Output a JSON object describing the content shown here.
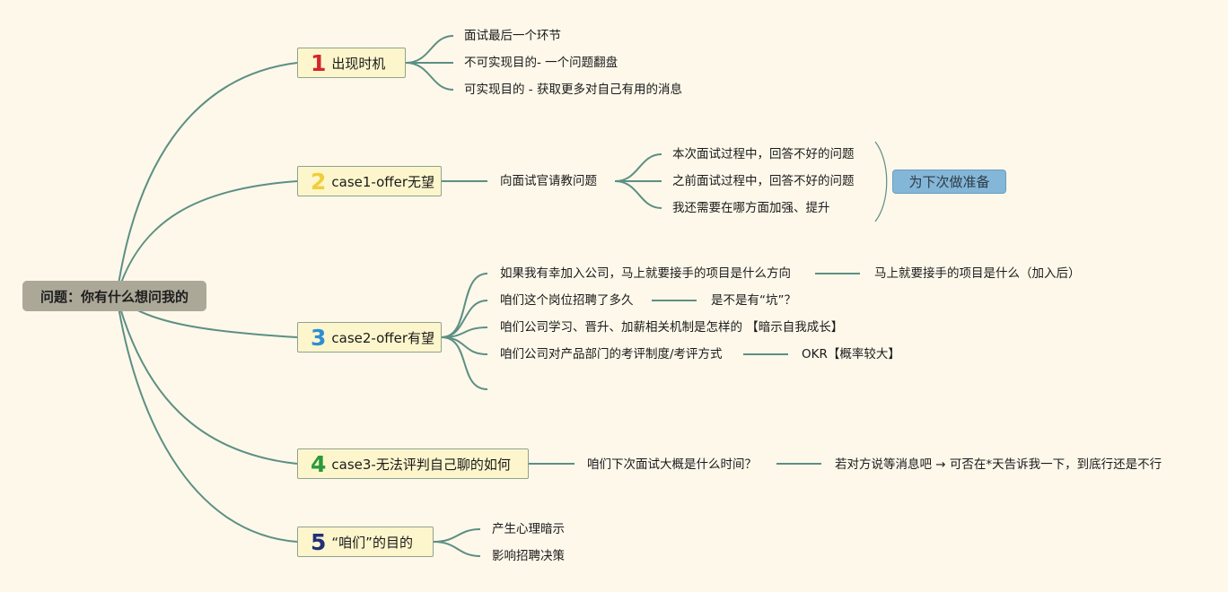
{
  "root": {
    "label": "问题：你有什么想问我的"
  },
  "branches": [
    {
      "number": "1",
      "number_color": "#d4262c",
      "label": "出现时机",
      "children": [
        "面试最后一个环节",
        "不可实现目的- 一个问题翻盘",
        "可实现目的 - 获取更多对自己有用的消息"
      ]
    },
    {
      "number": "2",
      "number_color": "#f1cd3a",
      "label": "case1-offer无望",
      "child": "向面试官请教问题",
      "grandchildren": [
        "本次面试过程中，回答不好的问题",
        "之前面试过程中，回答不好的问题",
        "我还需要在哪方面加强、提升"
      ],
      "summary_tag": "为下次做准备"
    },
    {
      "number": "3",
      "number_color": "#2e8ed6",
      "label": "case2-offer有望",
      "items": [
        {
          "text": "如果我有幸加入公司，马上就要接手的项目是什么方向",
          "follow": "马上就要接手的项目是什么（加入后）"
        },
        {
          "text": "咱们这个岗位招聘了多久",
          "follow": "是不是有“坑”？"
        },
        {
          "text": "咱们公司学习、晋升、加薪相关机制是怎样的  【暗示自我成长】",
          "follow": ""
        },
        {
          "text": "咱们公司对产品部门的考评制度/考评方式",
          "follow": "OKR【概率较大】"
        }
      ]
    },
    {
      "number": "4",
      "number_color": "#2a9a3a",
      "label": "case3-无法评判自己聊的如何",
      "child": "咱们下次面试大概是什么时间？",
      "follow": "若对方说等消息吧 → 可否在*天告诉我一下，到底行还是不行"
    },
    {
      "number": "5",
      "number_color": "#232f7a",
      "label": "“咱们”的目的",
      "children": [
        "产生心理暗示",
        "影响招聘决策"
      ]
    }
  ],
  "colors": {
    "line": "#5d8f84",
    "background": "#fdf8ea",
    "root": "#aca898",
    "branch": "#fdf6cc",
    "tag": "#84b6d8"
  }
}
